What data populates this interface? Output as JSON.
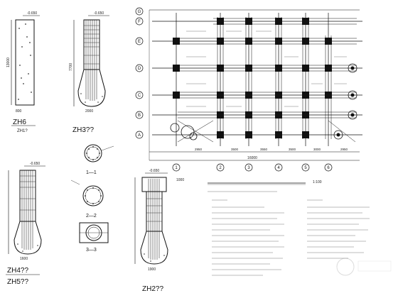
{
  "piles": [
    {
      "id": "zh6",
      "label": "ZH6",
      "sublabel": "ZH1?"
    },
    {
      "id": "zh3",
      "label": "ZH3??"
    },
    {
      "id": "zh4",
      "label": "ZH4??"
    },
    {
      "id": "zh5",
      "label": "ZH5??"
    },
    {
      "id": "zh2",
      "label": "ZH2??"
    }
  ],
  "sections": {
    "s11": "1—1",
    "s22": "2—2",
    "s33": "3—3"
  },
  "plan": {
    "axis_letters": [
      "A",
      "B",
      "C",
      "D",
      "E",
      "F",
      "G"
    ],
    "axis_numbers": [
      "1",
      "2",
      "3",
      "4",
      "5",
      "6"
    ],
    "total_dim": "16000",
    "scale": "1:100",
    "bay_dims": [
      "2950",
      "3500",
      "3550",
      "3500",
      "3000",
      "2950"
    ]
  },
  "levels": {
    "l1": "-0.650",
    "l2": "-0.650",
    "l3": "-0.650",
    "l4": "-0.650"
  },
  "dims": {
    "zh6_len": "13000",
    "zh6_w": "800",
    "zh3_h": "7700",
    "zh3_b": "2000",
    "zh4_b": "1600",
    "zh2_top": "1000",
    "zh2_b": "1900"
  }
}
